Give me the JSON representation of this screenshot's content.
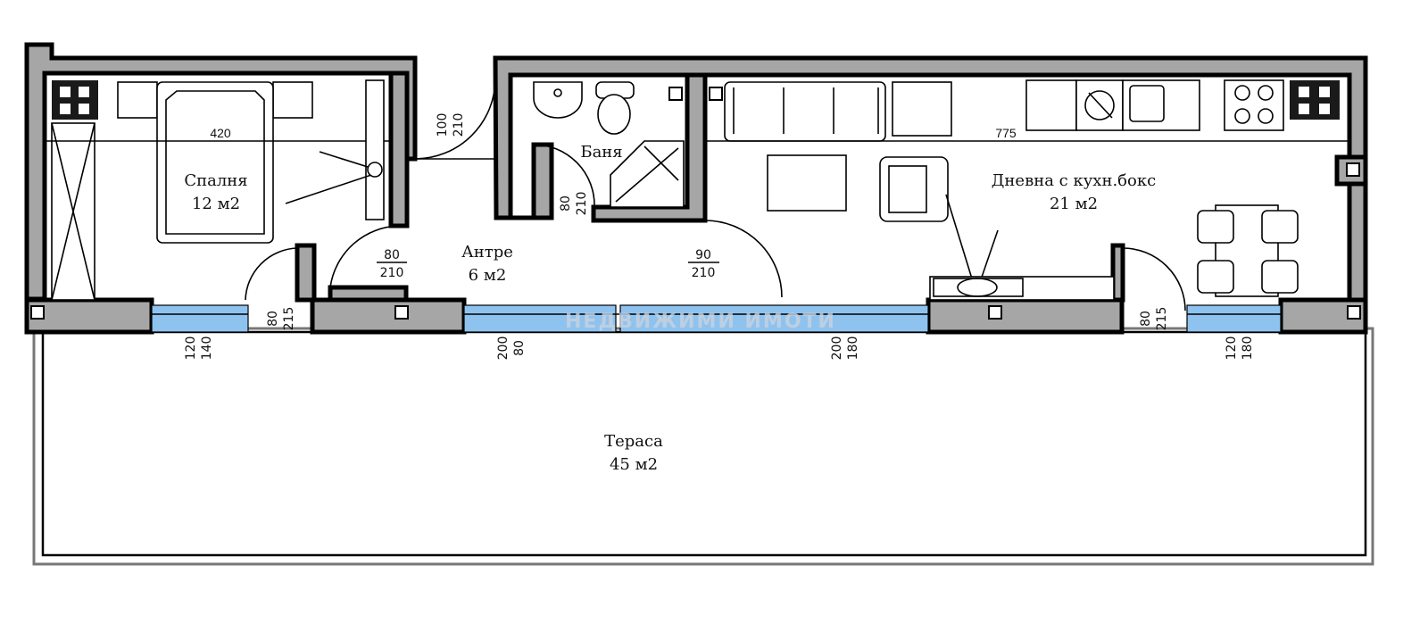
{
  "rooms": {
    "bedroom": {
      "name": "Спалня",
      "area": "12 м2"
    },
    "hall": {
      "name": "Антре",
      "area": "6 м2"
    },
    "bath": {
      "name": "Баня"
    },
    "living": {
      "name": "Дневна с кухн.бокс",
      "area": "21 м2"
    },
    "terrace": {
      "name": "Тераса",
      "area": "45 м2"
    }
  },
  "dimensions": {
    "bedroom_width": "420",
    "living_width": "775",
    "entry_door": {
      "w": "100",
      "h": "210"
    },
    "bedroom_door": {
      "w": "80",
      "h": "210"
    },
    "bath_door": {
      "w": "80",
      "h": "210"
    },
    "living_door": {
      "w": "90",
      "h": "210"
    },
    "terrace_door_left": {
      "w": "80",
      "h": "215"
    },
    "terrace_door_right": {
      "w": "80",
      "h": "215"
    },
    "window_1": {
      "a": "120",
      "b": "140"
    },
    "window_2": {
      "a": "200",
      "b": "80"
    },
    "window_3": {
      "a": "200",
      "b": "180"
    },
    "window_4": {
      "a": "120",
      "b": "180"
    }
  },
  "watermark": "НЕДВИЖИМИ ИМОТИ",
  "colors": {
    "wall": "#a6a6a6",
    "glass": "#8fc3ef",
    "line": "#000000"
  }
}
